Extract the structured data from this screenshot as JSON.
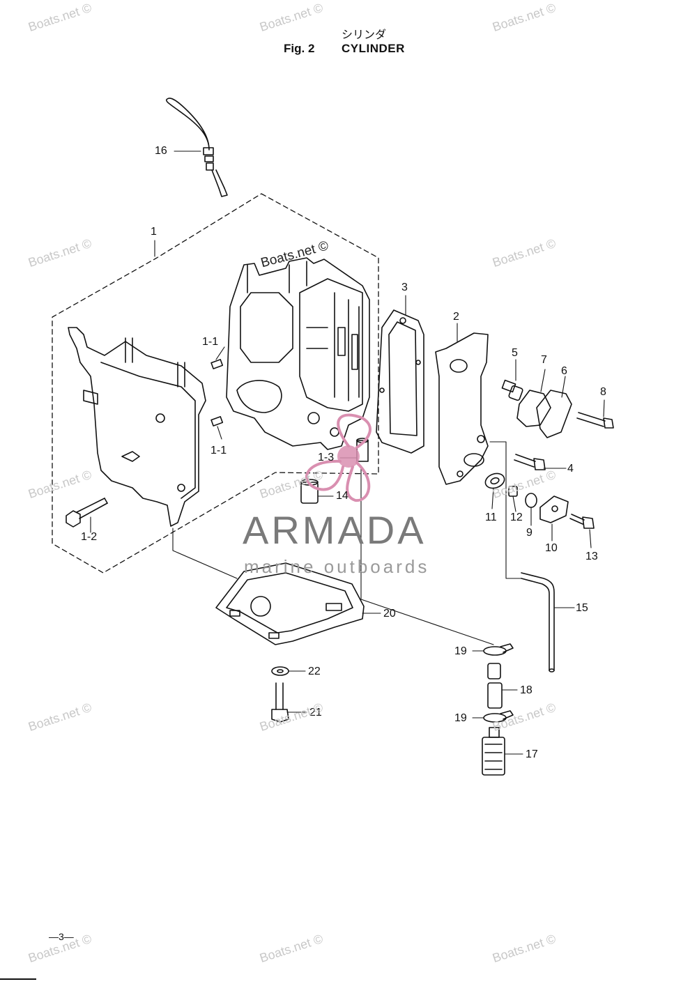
{
  "header": {
    "title_jp": "シリンダ",
    "fig_label": "Fig. 2",
    "title_en": "CYLINDER"
  },
  "callouts": [
    {
      "id": "c16",
      "label": "16"
    },
    {
      "id": "c1",
      "label": "1"
    },
    {
      "id": "c1-1a",
      "label": "1-1"
    },
    {
      "id": "c1-1b",
      "label": "1-1"
    },
    {
      "id": "c1-3",
      "label": "1-3"
    },
    {
      "id": "c14",
      "label": "14"
    },
    {
      "id": "c1-2",
      "label": "1-2"
    },
    {
      "id": "c3",
      "label": "3"
    },
    {
      "id": "c2",
      "label": "2"
    },
    {
      "id": "c5",
      "label": "5"
    },
    {
      "id": "c7",
      "label": "7"
    },
    {
      "id": "c6",
      "label": "6"
    },
    {
      "id": "c8",
      "label": "8"
    },
    {
      "id": "c4",
      "label": "4"
    },
    {
      "id": "c11",
      "label": "11"
    },
    {
      "id": "c12",
      "label": "12"
    },
    {
      "id": "c9",
      "label": "9"
    },
    {
      "id": "c10",
      "label": "10"
    },
    {
      "id": "c13",
      "label": "13"
    },
    {
      "id": "c15",
      "label": "15"
    },
    {
      "id": "c20",
      "label": "20"
    },
    {
      "id": "c19a",
      "label": "19"
    },
    {
      "id": "c22",
      "label": "22"
    },
    {
      "id": "c18",
      "label": "18"
    },
    {
      "id": "c21",
      "label": "21"
    },
    {
      "id": "c19b",
      "label": "19"
    },
    {
      "id": "c17",
      "label": "17"
    }
  ],
  "watermark": {
    "text": "Boats.net ©",
    "center_text": "Boats.net ©"
  },
  "brand": {
    "name": "ARMADA",
    "tagline": "marine outboards",
    "accent_color": "#d98fb0"
  },
  "footer": {
    "page_number": "—3—"
  }
}
